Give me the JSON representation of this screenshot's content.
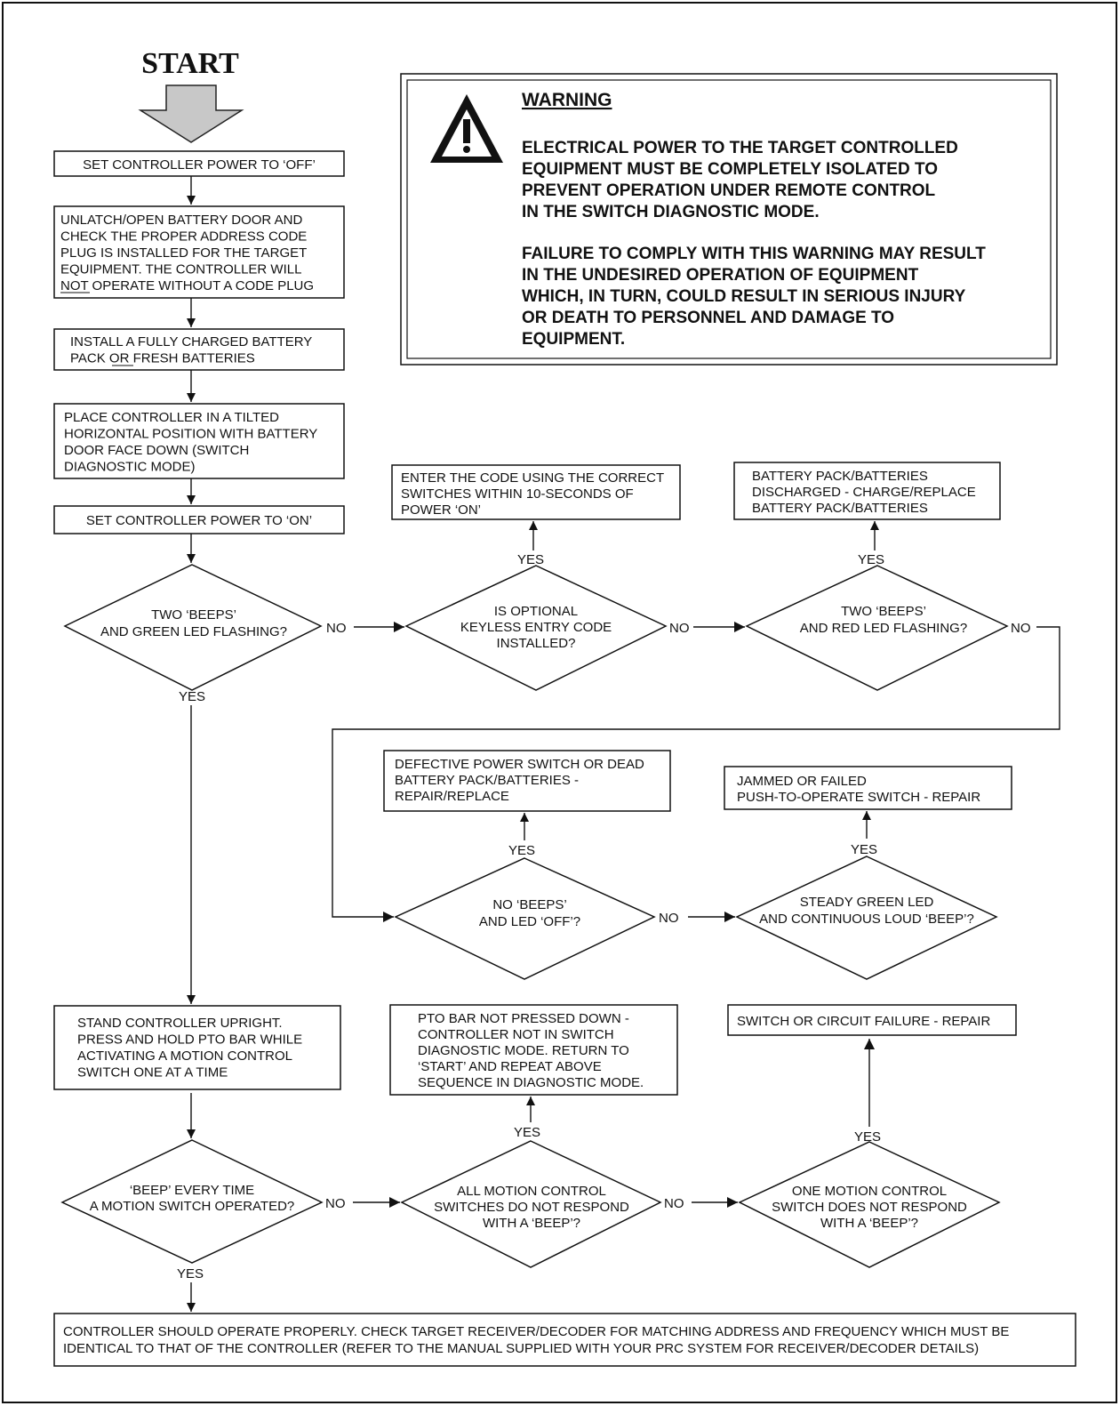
{
  "start": {
    "label": "START"
  },
  "warning": {
    "title": "WARNING",
    "icon": "warning-triangle-icon",
    "para1": [
      "ELECTRICAL POWER TO THE TARGET CONTROLLED",
      "EQUIPMENT MUST BE COMPLETELY ISOLATED TO",
      "PREVENT OPERATION UNDER REMOTE CONTROL",
      "IN THE SWITCH DIAGNOSTIC MODE."
    ],
    "para2": [
      "FAILURE TO COMPLY WITH THIS WARNING MAY RESULT",
      "IN THE UNDESIRED OPERATION OF EQUIPMENT",
      "WHICH, IN TURN, COULD RESULT IN SERIOUS INJURY",
      "OR DEATH TO PERSONNEL AND DAMAGE TO",
      "EQUIPMENT."
    ]
  },
  "steps": {
    "power_off": [
      "SET CONTROLLER POWER TO ‘OFF’"
    ],
    "battery_door": [
      "UNLATCH/OPEN BATTERY DOOR AND",
      "CHECK THE PROPER ADDRESS CODE",
      "PLUG IS INSTALLED FOR THE TARGET",
      "EQUIPMENT. THE CONTROLLER WILL",
      "NOT OPERATE WITHOUT A CODE PLUG"
    ],
    "install_battery": [
      "INSTALL A FULLY CHARGED BATTERY",
      "PACK OR FRESH BATTERIES"
    ],
    "place_controller": [
      "PLACE CONTROLLER IN A TILTED",
      "HORIZONTAL POSITION WITH BATTERY",
      "DOOR FACE DOWN (SWITCH",
      "DIAGNOSTIC MODE)"
    ],
    "power_on": [
      "SET CONTROLLER POWER TO ‘ON’"
    ],
    "enter_code": [
      "ENTER THE CODE USING THE CORRECT",
      "SWITCHES WITHIN 10-SECONDS OF",
      "POWER ‘ON’"
    ],
    "battery_discharged": [
      "BATTERY PACK/BATTERIES",
      "DISCHARGED - CHARGE/REPLACE",
      "BATTERY PACK/BATTERIES"
    ],
    "defective_switch": [
      "DEFECTIVE POWER SWITCH OR DEAD",
      "BATTERY PACK/BATTERIES -",
      "REPAIR/REPLACE"
    ],
    "jammed_switch": [
      "JAMMED OR FAILED",
      "PUSH-TO-OPERATE SWITCH - REPAIR"
    ],
    "stand_upright": [
      "STAND CONTROLLER UPRIGHT.",
      "PRESS AND HOLD PTO BAR WHILE",
      "ACTIVATING A MOTION CONTROL",
      "SWITCH ONE AT A TIME"
    ],
    "pto_not_pressed": [
      "PTO BAR NOT PRESSED DOWN -",
      "CONTROLLER NOT IN SWITCH",
      "DIAGNOSTIC MODE.  RETURN TO",
      "‘START’ AND REPEAT ABOVE",
      "SEQUENCE IN DIAGNOSTIC MODE."
    ],
    "circuit_failure": [
      "SWITCH OR CIRCUIT FAILURE - REPAIR"
    ],
    "operate_properly": [
      "CONTROLLER SHOULD OPERATE PROPERLY.  CHECK TARGET RECEIVER/DECODER FOR MATCHING ADDRESS AND FREQUENCY WHICH MUST BE",
      "IDENTICAL TO THAT OF THE CONTROLLER (REFER TO THE MANUAL SUPPLIED WITH YOUR PRC SYSTEM FOR RECEIVER/DECODER DETAILS)"
    ]
  },
  "decisions": {
    "green_led": [
      "TWO ‘BEEPS’",
      "AND GREEN LED FLASHING?"
    ],
    "keyless": [
      "IS OPTIONAL",
      "KEYLESS ENTRY CODE",
      "INSTALLED?"
    ],
    "red_led": [
      "TWO ‘BEEPS’",
      "AND RED LED FLASHING?"
    ],
    "no_beeps": [
      "NO ‘BEEPS’",
      "AND LED ‘OFF’?"
    ],
    "steady_green": [
      "STEADY GREEN LED",
      "AND CONTINUOUS LOUD ‘BEEP’?"
    ],
    "beep_every": [
      "‘BEEP’ EVERY TIME",
      "A MOTION SWITCH OPERATED?"
    ],
    "all_motion": [
      "ALL MOTION CONTROL",
      "SWITCHES DO NOT RESPOND",
      "WITH A ‘BEEP’?"
    ],
    "one_motion": [
      "ONE MOTION CONTROL",
      "SWITCH DOES NOT RESPOND",
      "WITH A ‘BEEP’?"
    ]
  },
  "labels": {
    "yes": "YES",
    "no": "NO"
  }
}
